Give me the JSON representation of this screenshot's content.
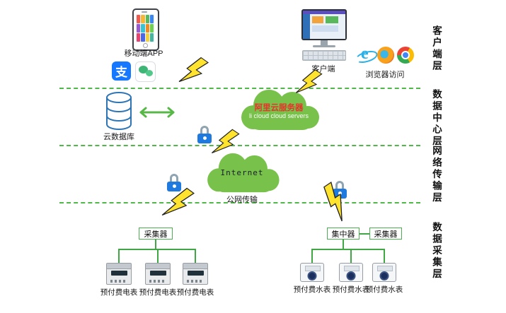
{
  "layer_labels": {
    "client": "客户端层",
    "datacenter": "数据中心层",
    "network": "网络传输层",
    "collection": "数据采集层"
  },
  "client_layer": {
    "mobile_app": "移动端APP",
    "alipay_glyph": "支",
    "ie_glyph": "e",
    "desktop": "客户端",
    "browsers": "浏览器访问"
  },
  "datacenter_layer": {
    "cloud_db": "云数据库",
    "ali_cloud_cn": "阿里云服务器",
    "ali_cloud_en": "li cloud  cloud servers"
  },
  "network_layer": {
    "internet": "Internet",
    "public_transmission": "公网传输"
  },
  "collection_layer": {
    "collector_left": "采集器",
    "concentrator": "集中器",
    "collector_right": "采集器",
    "electric_meters": [
      "预付费电表",
      "预付费电表",
      "预付费电表"
    ],
    "water_meters": [
      "预付费水表",
      "预付费水表",
      "预付费水表"
    ]
  },
  "colors": {
    "divider_green": "#4fb849",
    "cloud_green": "#78c14a",
    "bolt_yellow": "#ffe32e",
    "lock_blue": "#1f7ae0",
    "database_blue": "#2e75b6",
    "connector_green": "#3fa744",
    "ali_title_red": "#e8312a",
    "alipay_blue": "#1677ff",
    "wechat_green": "#3eb575"
  }
}
